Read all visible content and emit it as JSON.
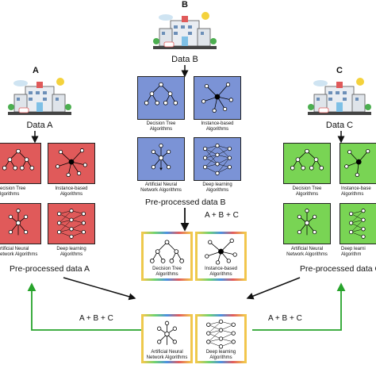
{
  "letters": {
    "a": "A",
    "b": "B",
    "c": "C"
  },
  "data_labels": {
    "a": "Data A",
    "b": "Data B",
    "c": "Data C"
  },
  "preprocessed": {
    "a": "Pre-processed data A",
    "b": "Pre-processed data B",
    "c": "Pre-processed data C"
  },
  "algorithms": {
    "decision_tree": [
      "Decision Tree",
      "Algorithms"
    ],
    "instance_based": [
      "Instance-based",
      "Algorithms"
    ],
    "ann": [
      "Artificial Neural",
      "Network Algorithms"
    ],
    "deep_learning": [
      "Deep learning",
      "Algorithms"
    ]
  },
  "left_truncated": {
    "decision_tree": [
      "ecision Tree",
      "lgorithms"
    ],
    "ann": [
      "rtificial Neural",
      "etwork Algorithms"
    ]
  },
  "right_truncated": {
    "instance_based": [
      "Instance-base",
      "Algorithms"
    ],
    "deep_learning": [
      "Deep learni",
      "Algorithm"
    ]
  },
  "formula": "A + B + C",
  "colors": {
    "red": "#e05a5a",
    "blue": "#7b93d6",
    "green": "#79d454",
    "arrow_green": "#27a32b",
    "arrow_black": "#111111"
  },
  "icons": [
    "hospital-icon",
    "decision-tree-icon",
    "instance-based-icon",
    "neural-network-icon",
    "deep-learning-icon"
  ]
}
